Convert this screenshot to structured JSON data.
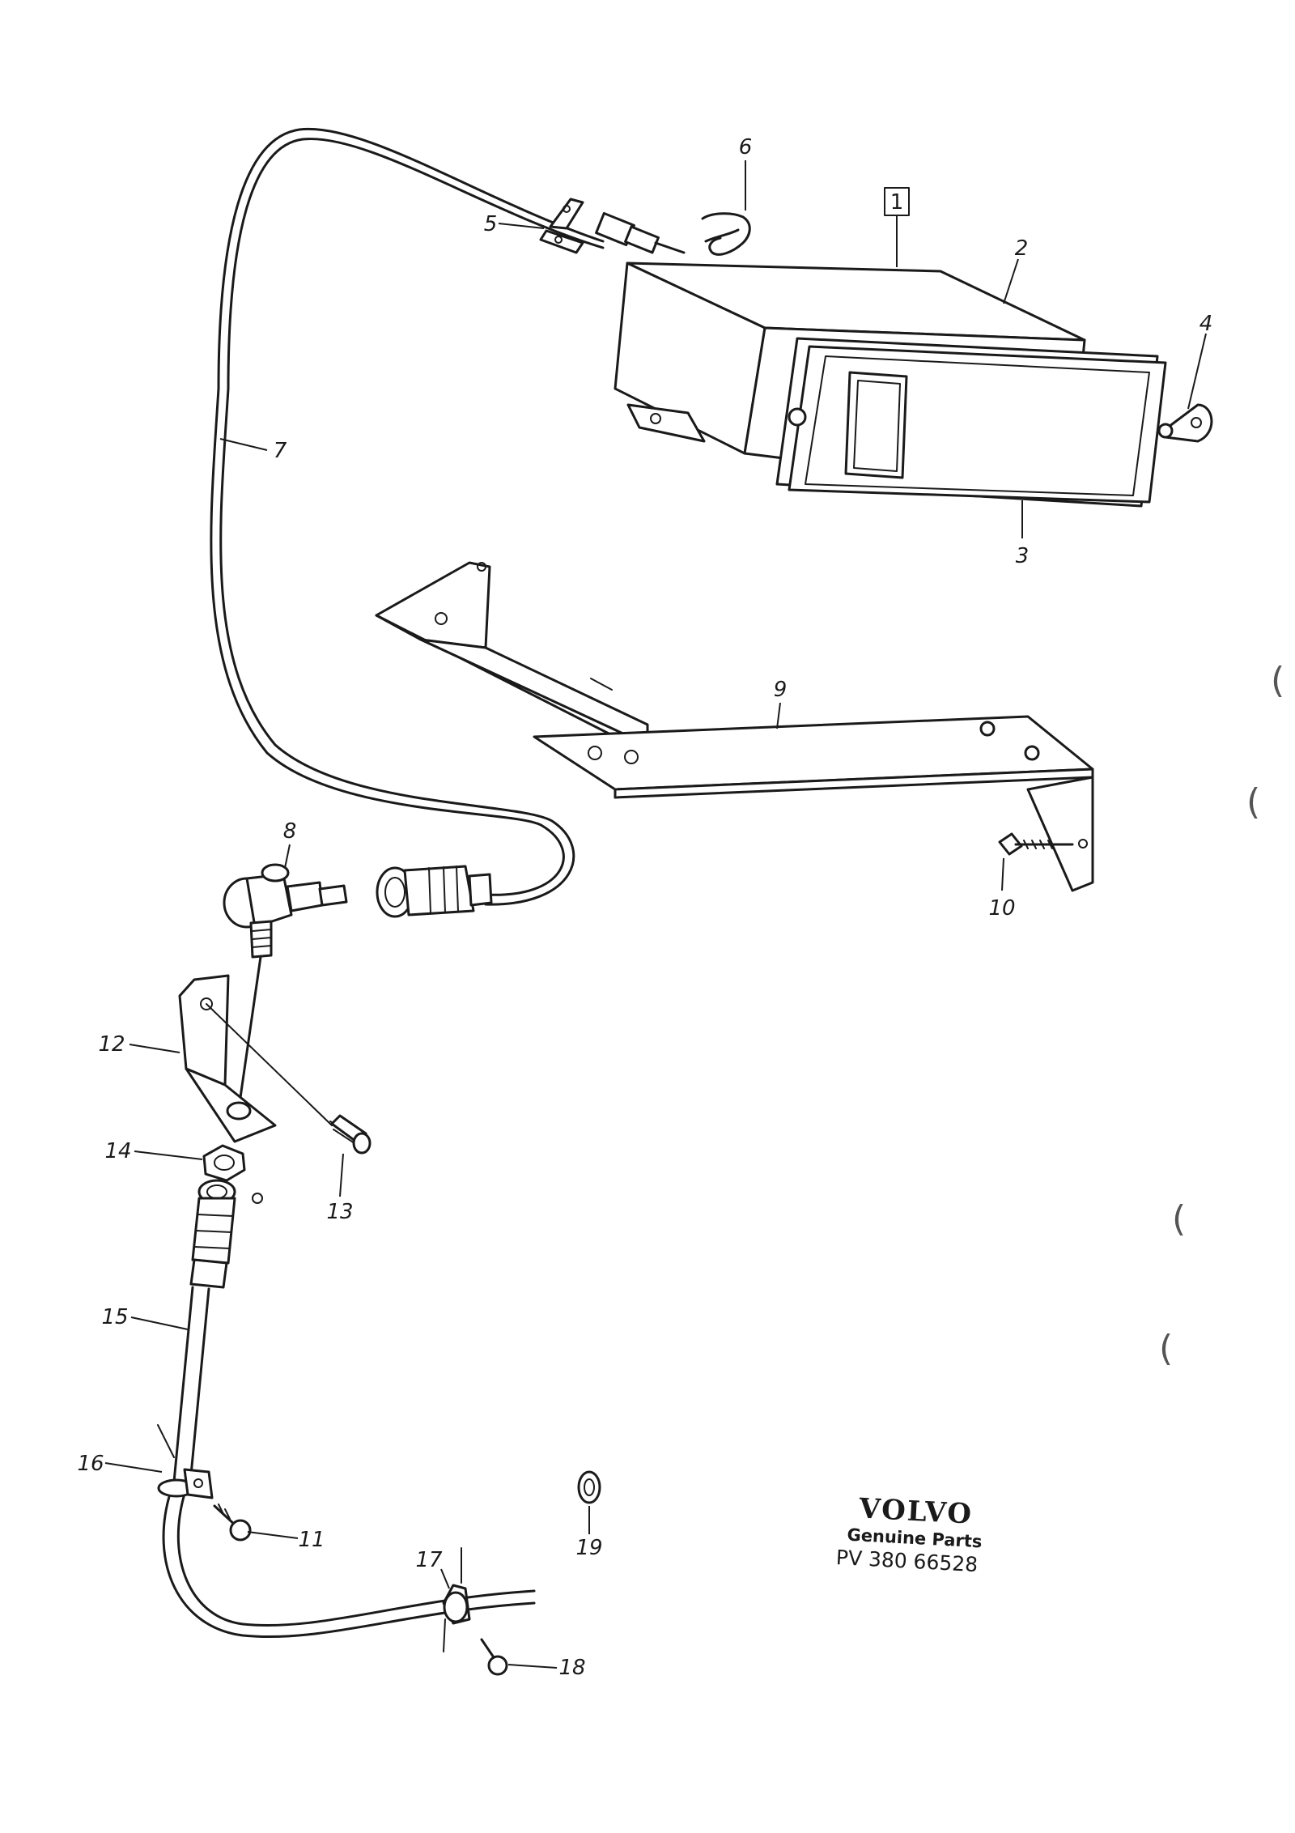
{
  "group_box": "1",
  "callouts": {
    "c2": "2",
    "c3": "3",
    "c4": "4",
    "c5": "5",
    "c6": "6",
    "c7": "7",
    "c8": "8",
    "c9": "9",
    "c10": "10",
    "c11": "11",
    "c12": "12",
    "c13": "13",
    "c14": "14",
    "c15": "15",
    "c16": "16",
    "c17": "17",
    "c18": "18",
    "c19": "19"
  },
  "brand": {
    "name": "VOLVO",
    "subtitle": "Genuine Parts",
    "code": "PV 380 66528"
  },
  "margin_marks": [
    "(",
    "(",
    "(",
    "("
  ]
}
